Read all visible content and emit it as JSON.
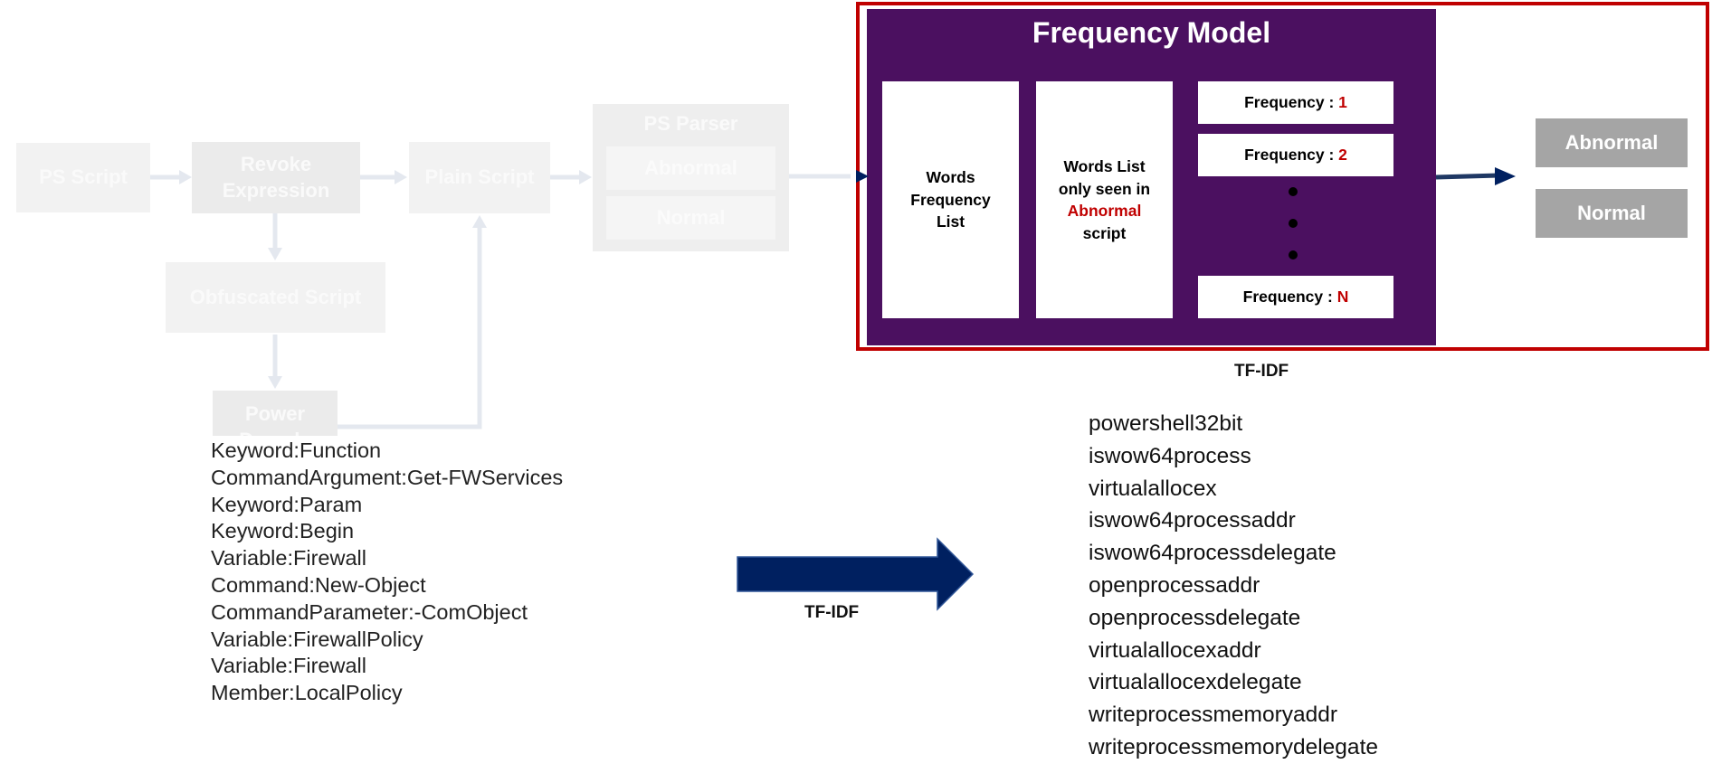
{
  "faded_pipeline": {
    "ps_script": "PS Script",
    "revoke_expression": "Revoke Expression",
    "plain_script": "Plain Script",
    "obfuscated_script": "Obfuscated Script",
    "power_decode": "Power Decode",
    "ps_parser": {
      "title": "PS Parser",
      "abnormal": "Abnormal",
      "normal": "Normal"
    }
  },
  "frequency_model": {
    "title": "Frequency Model",
    "words_frequency_list": "Words Frequency List",
    "words_list_prefix": "Words List only seen in",
    "words_list_highlight": "Abnormal",
    "words_list_suffix": "script",
    "frequency_label": "Frequency :",
    "frequencies": [
      "1",
      "2",
      "N"
    ],
    "caption": "TF-IDF"
  },
  "outputs": {
    "abnormal": "Abnormal",
    "normal": "Normal"
  },
  "tokens": [
    "Keyword:Function",
    "CommandArgument:Get-FWServices",
    "Keyword:Param",
    "Keyword:Begin",
    "Variable:Firewall",
    "Command:New-Object",
    "CommandParameter:-ComObject",
    "Variable:FirewallPolicy",
    "Variable:Firewall",
    "Member:LocalPolicy"
  ],
  "transform_label": "TF-IDF",
  "words": [
    "powershell32bit",
    "iswow64process",
    "virtualallocex",
    "iswow64processaddr",
    "iswow64processdelegate",
    "openprocessaddr",
    "openprocessdelegate",
    "virtualallocexaddr",
    "virtualallocexdelegate",
    "writeprocessmemoryaddr",
    "writeprocessmemorydelegate"
  ],
  "colors": {
    "panel": "#4b1060",
    "frame": "#c00000",
    "accent_red": "#c00000",
    "arrow_navy": "#002060",
    "output_gray": "#a5a5a5"
  }
}
